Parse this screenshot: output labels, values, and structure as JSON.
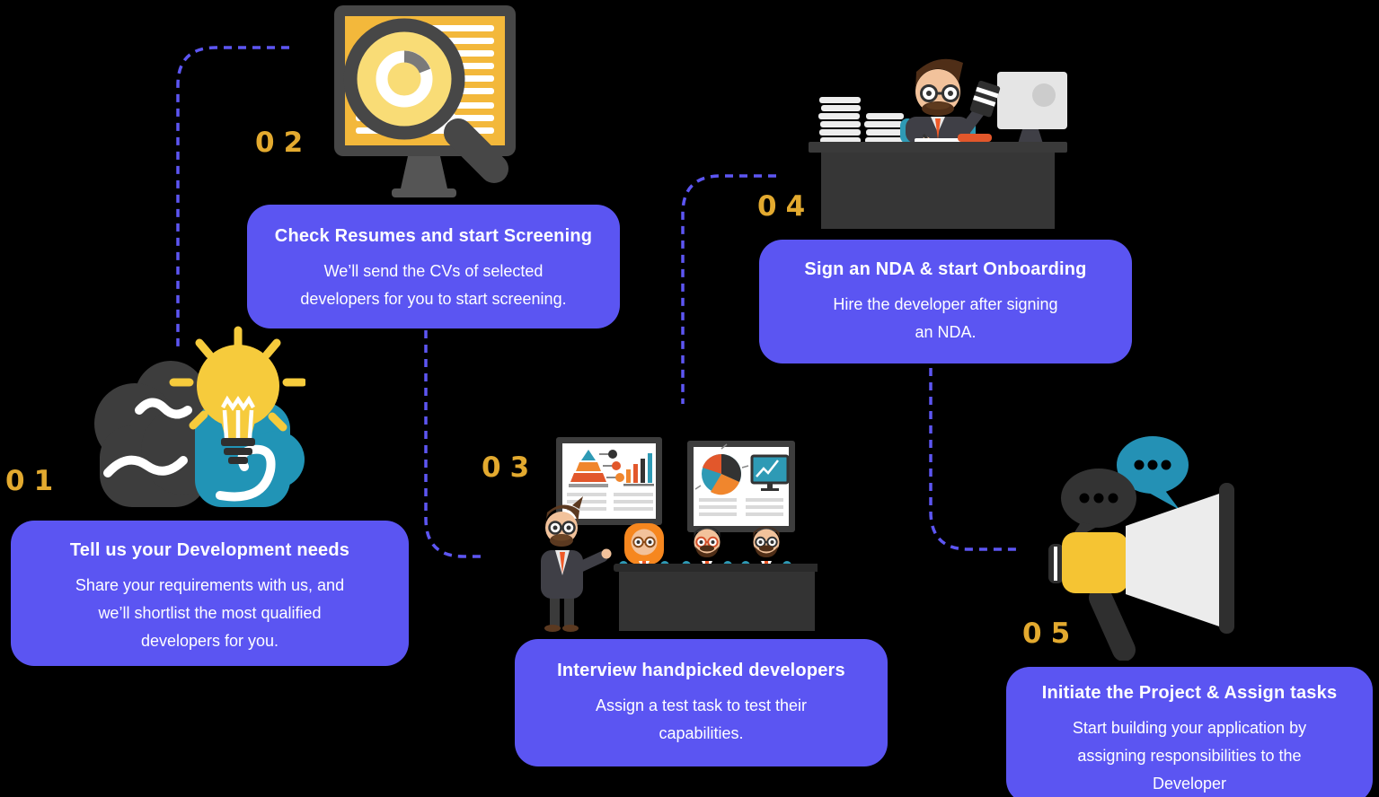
{
  "colors": {
    "background": "#000000",
    "card": "#5b55f2",
    "card_text": "#ffffff",
    "step_number": "#e3aa2f",
    "connector": "#5d56f3",
    "illustration_dark": "#3d3d3d",
    "illustration_teal": "#2194b6",
    "illustration_yellow": "#f6cb3c",
    "illustration_orange": "#f0862d",
    "illustration_red": "#e2572b"
  },
  "steps": [
    {
      "number": "01",
      "icon": "brain-idea-icon",
      "title": "Tell us your  Development needs",
      "body": "Share your requirements with us, and\nwe’ll shortlist the most qualified\ndevelopers for you."
    },
    {
      "number": "02",
      "icon": "resume-screening-icon",
      "title": "Check Resumes and start Screening",
      "body": "We’ll send the CVs of selected\ndevelopers for you to start screening."
    },
    {
      "number": "03",
      "icon": "interview-icon",
      "title": "Interview handpicked developers",
      "body": "Assign a test task to test their\ncapabilities."
    },
    {
      "number": "04",
      "icon": "nda-signing-icon",
      "title": "Sign an NDA & start Onboarding",
      "body": "Hire the developer after signing\nan NDA."
    },
    {
      "number": "05",
      "icon": "announcement-icon",
      "title": "Initiate the Project & Assign tasks",
      "body": "Start building your application by\nassigning responsibilities to the\nDeveloper"
    }
  ]
}
